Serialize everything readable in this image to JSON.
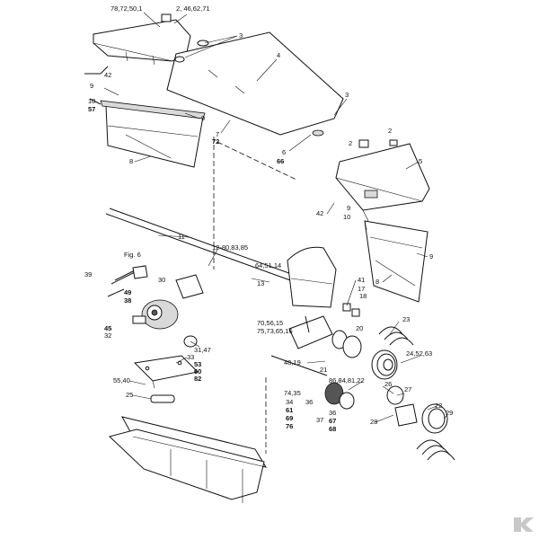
{
  "labels": [
    {
      "id": "l1",
      "text": "78,72,50,1"
    },
    {
      "id": "l2",
      "text": "2, 46,62,71"
    },
    {
      "id": "l3",
      "text": "3"
    },
    {
      "id": "l4",
      "text": "4"
    },
    {
      "id": "l5",
      "text": "42"
    },
    {
      "id": "l6",
      "text": "9"
    },
    {
      "id": "l7",
      "text": "10"
    },
    {
      "id": "l8",
      "text": "57"
    },
    {
      "id": "l9",
      "text": "9"
    },
    {
      "id": "l10",
      "text": "7"
    },
    {
      "id": "l11",
      "text": "72"
    },
    {
      "id": "l12",
      "text": "8"
    },
    {
      "id": "l13",
      "text": "3"
    },
    {
      "id": "l14",
      "text": "6"
    },
    {
      "id": "l15",
      "text": "66"
    },
    {
      "id": "l16",
      "text": "2"
    },
    {
      "id": "l17",
      "text": "2"
    },
    {
      "id": "l18",
      "text": "5"
    },
    {
      "id": "l19",
      "text": "42"
    },
    {
      "id": "l20",
      "text": "10"
    },
    {
      "id": "l21",
      "text": "9"
    },
    {
      "id": "l22",
      "text": "9"
    },
    {
      "id": "l23",
      "text": "8"
    },
    {
      "id": "l24",
      "text": "11"
    },
    {
      "id": "l25",
      "text": "12-80,83,85"
    },
    {
      "id": "l26",
      "text": "Fig. 6"
    },
    {
      "id": "l27",
      "text": "64,51,14"
    },
    {
      "id": "l28",
      "text": "39"
    },
    {
      "id": "l29",
      "text": "49"
    },
    {
      "id": "l30",
      "text": "38"
    },
    {
      "id": "l31",
      "text": "30"
    },
    {
      "id": "l32",
      "text": "13"
    },
    {
      "id": "l33",
      "text": "41"
    },
    {
      "id": "l34",
      "text": "17"
    },
    {
      "id": "l35",
      "text": "18"
    },
    {
      "id": "l36",
      "text": "45"
    },
    {
      "id": "l37",
      "text": "32"
    },
    {
      "id": "l38",
      "text": "70,56,15"
    },
    {
      "id": "l39",
      "text": "75,73,65,16"
    },
    {
      "id": "l40",
      "text": "20"
    },
    {
      "id": "l41",
      "text": "23"
    },
    {
      "id": "l42",
      "text": "31,47"
    },
    {
      "id": "l43",
      "text": "33"
    },
    {
      "id": "l44",
      "text": "53"
    },
    {
      "id": "l45",
      "text": "60"
    },
    {
      "id": "l46",
      "text": "82"
    },
    {
      "id": "l47",
      "text": "48,19"
    },
    {
      "id": "l48",
      "text": "21"
    },
    {
      "id": "l49",
      "text": "24,52,63"
    },
    {
      "id": "l50",
      "text": "55,40"
    },
    {
      "id": "l51",
      "text": "86,84,81,22"
    },
    {
      "id": "l52",
      "text": "26"
    },
    {
      "id": "l53",
      "text": "25"
    },
    {
      "id": "l54",
      "text": "74,35"
    },
    {
      "id": "l55",
      "text": "27"
    },
    {
      "id": "l56",
      "text": "34"
    },
    {
      "id": "l57",
      "text": "61"
    },
    {
      "id": "l58",
      "text": "69"
    },
    {
      "id": "l59",
      "text": "76"
    },
    {
      "id": "l60",
      "text": "36"
    },
    {
      "id": "l61",
      "text": "37"
    },
    {
      "id": "l62",
      "text": "36"
    },
    {
      "id": "l63",
      "text": "67"
    },
    {
      "id": "l64",
      "text": "68"
    },
    {
      "id": "l65",
      "text": "22"
    },
    {
      "id": "l66",
      "text": "28"
    },
    {
      "id": "l67",
      "text": "29"
    }
  ]
}
